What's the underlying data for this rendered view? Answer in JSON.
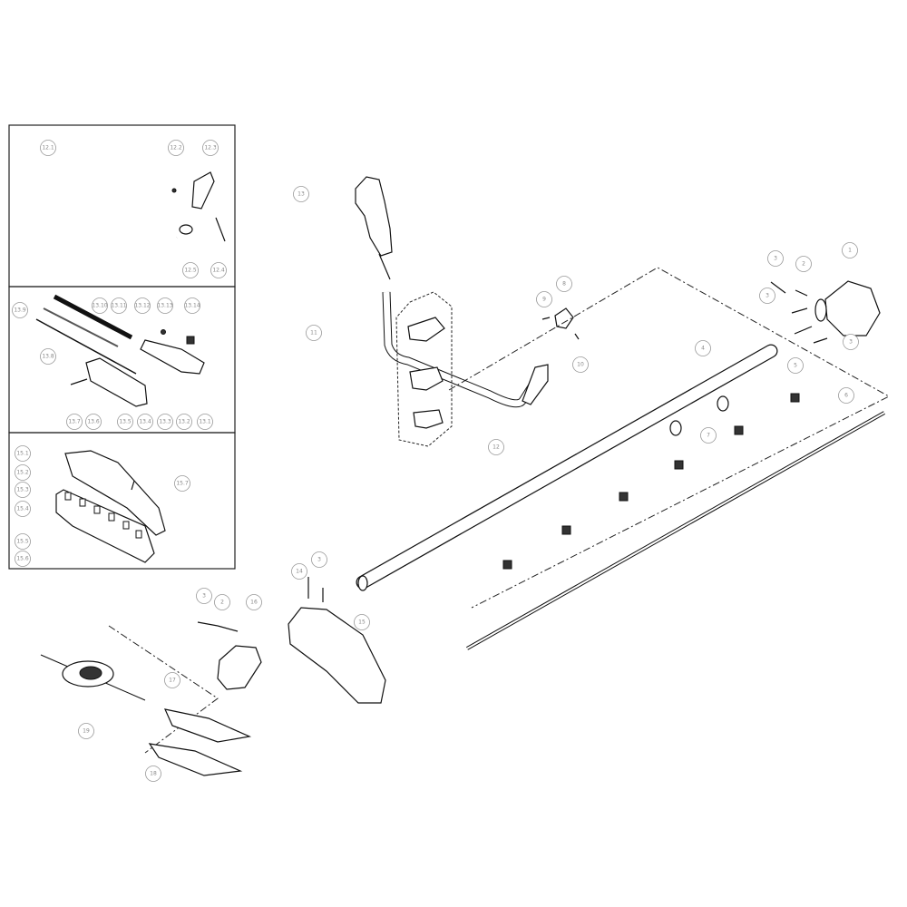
{
  "callouts": {
    "panel_handle": [
      "12.1",
      "12.2",
      "12.3",
      "12.5",
      "12.4"
    ],
    "panel_grip": [
      "13.9",
      "13.10",
      "13.11",
      "13.12",
      "13.13",
      "13.14",
      "13.8",
      "13.7",
      "13.6",
      "13.5",
      "13.4",
      "13.3",
      "13.2",
      "13.1"
    ],
    "panel_guard": [
      "15.1",
      "15.2",
      "15.3",
      "15.4",
      "15.5",
      "15.6",
      "15.7"
    ],
    "main": [
      "13",
      "11",
      "12",
      "9",
      "8",
      "10",
      "3",
      "2",
      "1",
      "3",
      "3",
      "4",
      "5",
      "6",
      "7",
      "3",
      "14",
      "15",
      "3",
      "2",
      "16",
      "17",
      "19",
      "18"
    ]
  }
}
